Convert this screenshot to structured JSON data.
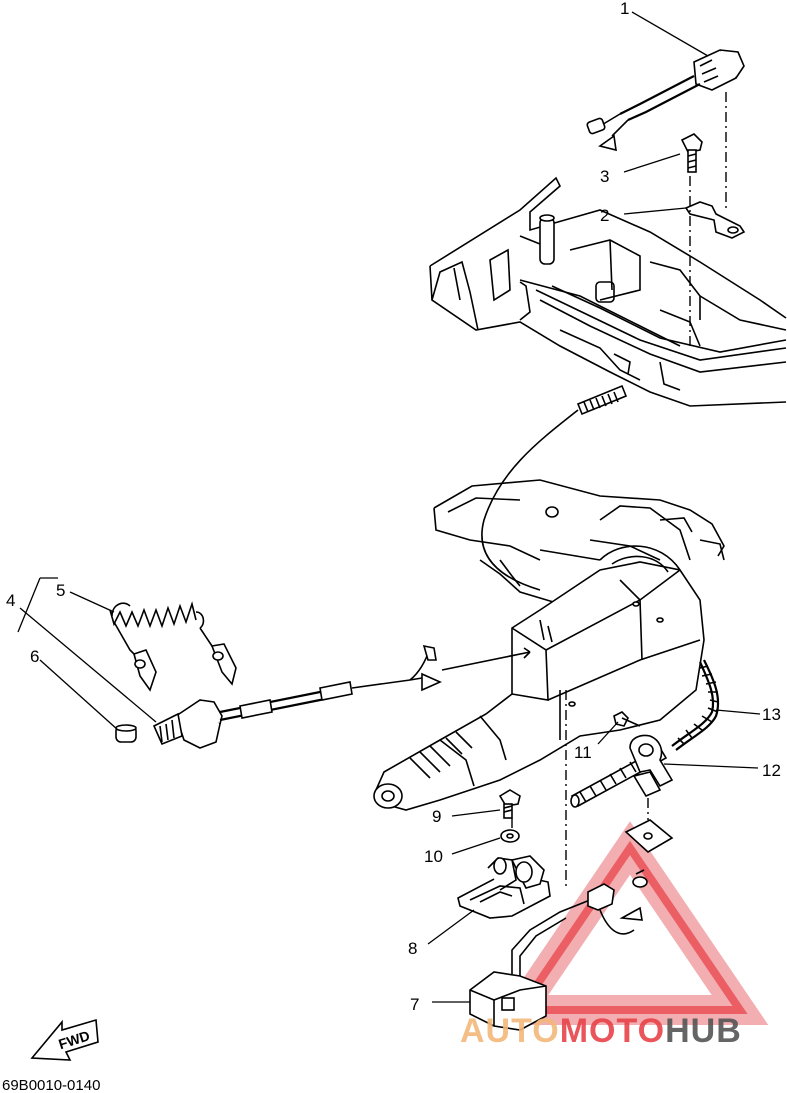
{
  "diagram": {
    "part_code": "69B0010-0140",
    "direction_label": "FWD",
    "callouts": [
      "1",
      "2",
      "3",
      "4",
      "5",
      "6",
      "7",
      "8",
      "9",
      "10",
      "11",
      "12",
      "13"
    ],
    "watermark": {
      "part1": "AUTO",
      "part2": "MOTO",
      "part3": "HUB"
    },
    "colors": {
      "line": "#000000",
      "watermark_red": "#e8434a",
      "watermark_orange": "#f3b97a",
      "watermark_gray": "#555555"
    }
  }
}
